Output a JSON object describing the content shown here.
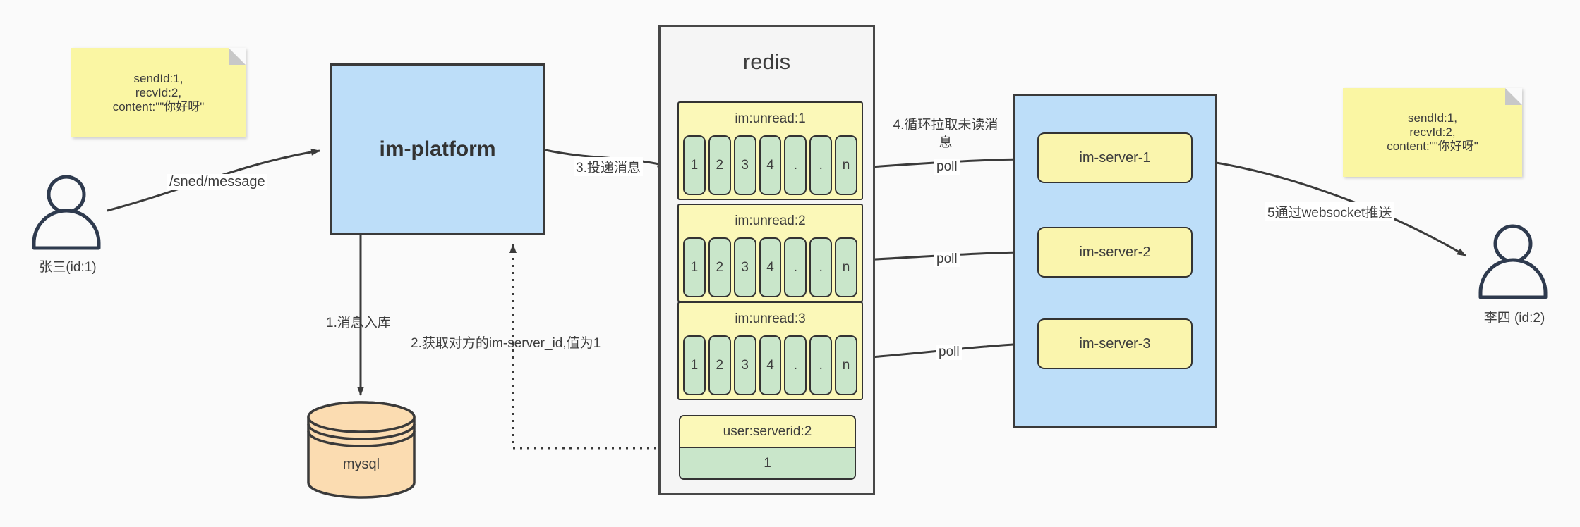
{
  "notes": {
    "left": {
      "text": "sendId:1,\nrecvId:2,\ncontent:\"\"你好呀\""
    },
    "right": {
      "text": "sendId:1,\nrecvId:2,\ncontent:\"\"你好呀\""
    }
  },
  "actors": {
    "sender": {
      "label": "张三(id:1)"
    },
    "receiver": {
      "label": "李四 (id:2)"
    }
  },
  "platform": {
    "label": "im-platform"
  },
  "database": {
    "label": "mysql"
  },
  "redis": {
    "title": "redis",
    "lists": [
      {
        "title": "im:unread:1",
        "cells": [
          "1",
          "2",
          "3",
          "4",
          ".",
          ".",
          "n"
        ]
      },
      {
        "title": "im:unread:2",
        "cells": [
          "1",
          "2",
          "3",
          "4",
          ".",
          ".",
          "n"
        ]
      },
      {
        "title": "im:unread:3",
        "cells": [
          "1",
          "2",
          "3",
          "4",
          ".",
          ".",
          "n"
        ]
      }
    ],
    "kv": {
      "title": "user:serverid:2",
      "value": "1"
    }
  },
  "servers": {
    "items": [
      {
        "label": "im-server-1"
      },
      {
        "label": "im-server-2"
      },
      {
        "label": "im-server-3"
      }
    ]
  },
  "flow_labels": {
    "send_api": "/sned/message",
    "step1": "1.消息入库",
    "step2": "2.获取对方的im-server_id,值为1",
    "step3": "3.投递消息",
    "step4": "4.循环拉取未读消息",
    "poll": "poll",
    "step5": "5通过websocket推送"
  },
  "colors": {
    "background": "#fafafa",
    "note_yellow": "#faf6a3",
    "platform_blue": "#bddef9",
    "list_yellow": "#fbf8b8",
    "cell_green": "#c9e6ca",
    "server_yellow": "#faf5ad",
    "mysql_orange": "#fbdcb1",
    "redis_gray": "#f5f5f5",
    "line_dark": "#3a3a3a"
  }
}
